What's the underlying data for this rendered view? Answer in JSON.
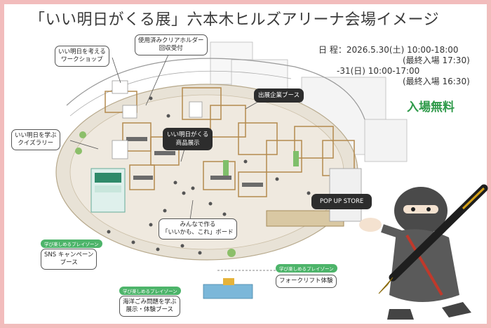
{
  "title": "「いい明日がくる展」六本木ヒルズアリーナ会場イメージ",
  "schedule": {
    "line1": "日 程：2026.5.30(土) 10:00-18:00",
    "line2": "(最終入場 17:30)",
    "line3": "-31(日) 10:00-17:00",
    "line4": "(最終入場 16:30)"
  },
  "admission": "入場無料",
  "callouts": {
    "workshop": [
      "いい明日を考える",
      "ワークショップ"
    ],
    "clear_holder": [
      "使用済みクリアホルダー",
      "回収受付"
    ],
    "quiz": [
      "いい明日を学ぶ",
      "クイズラリー"
    ],
    "exhibitor": "出展企業ブース",
    "goods": [
      "いい明日がくる",
      "商品展示"
    ],
    "popup": "POP UP STORE",
    "board": [
      "みんなで作る",
      "「いいかも、これ」ボード"
    ],
    "sns": [
      "SNS キャンペーン",
      "ブース"
    ],
    "ocean": [
      "海洋ごみ問題を学ぶ",
      "展示・体験ブース"
    ],
    "forklift": "フォークリフト体験",
    "play_zone": "学び楽しめるプレイゾーン"
  },
  "colors": {
    "page_border": "#f2bcbc",
    "accent_green": "#2f9a4a",
    "zone_green": "#4db46a",
    "dark_label": "#2d2d2d"
  }
}
